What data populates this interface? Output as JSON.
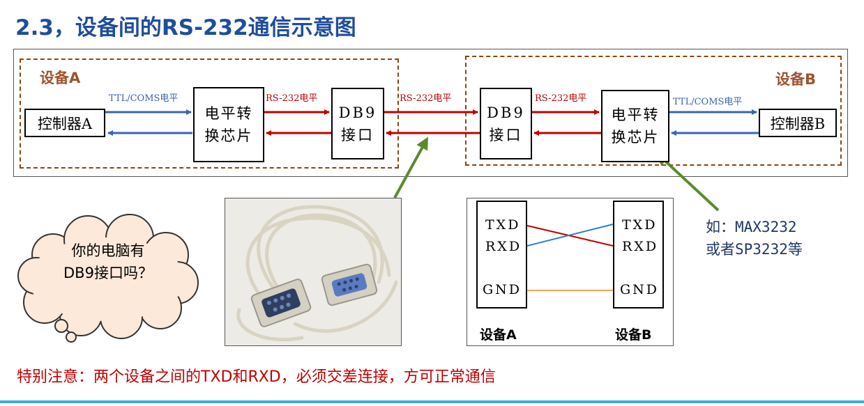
{
  "title": "2.3，设备间的RS-232通信示意图",
  "device_a": {
    "label": "设备A",
    "controller": "控制器A",
    "chip": "电平转\n换芯片",
    "db9": "DB9\n接口",
    "ttl_label": "TTL/COMS电平",
    "rs232_label": "RS-232电平"
  },
  "device_b": {
    "label": "设备B",
    "controller": "控制器B",
    "chip": "电平转\n换芯片",
    "db9": "DB9\n接口",
    "ttl_label": "TTL/COMS电平",
    "rs232_label": "RS-232电平"
  },
  "cable_label": "RS-232电平",
  "cloud_text": "你的电脑有\nDB9接口吗？",
  "chip_note": "如：MAX3232\n或者SP3232等",
  "wiring": {
    "left_pins": [
      "TXD",
      "RXD",
      "GND"
    ],
    "right_pins": [
      "TXD",
      "RXD",
      "GND"
    ],
    "left_name": "设备A",
    "right_name": "设备B",
    "colors": {
      "txd_a_to_rxd_b": "#c00000",
      "rxd_a_to_txd_b": "#2f7fc1",
      "gnd": "#f4a261"
    }
  },
  "warning": "特别注意：两个设备之间的TXD和RXD，必须交差连接，方可正常通信",
  "colors": {
    "title": "#1f4e9a",
    "ttl": "#3a64b0",
    "rs232": "#c00000",
    "device_label": "#a0522d",
    "pointer": "#5a8a2e"
  }
}
